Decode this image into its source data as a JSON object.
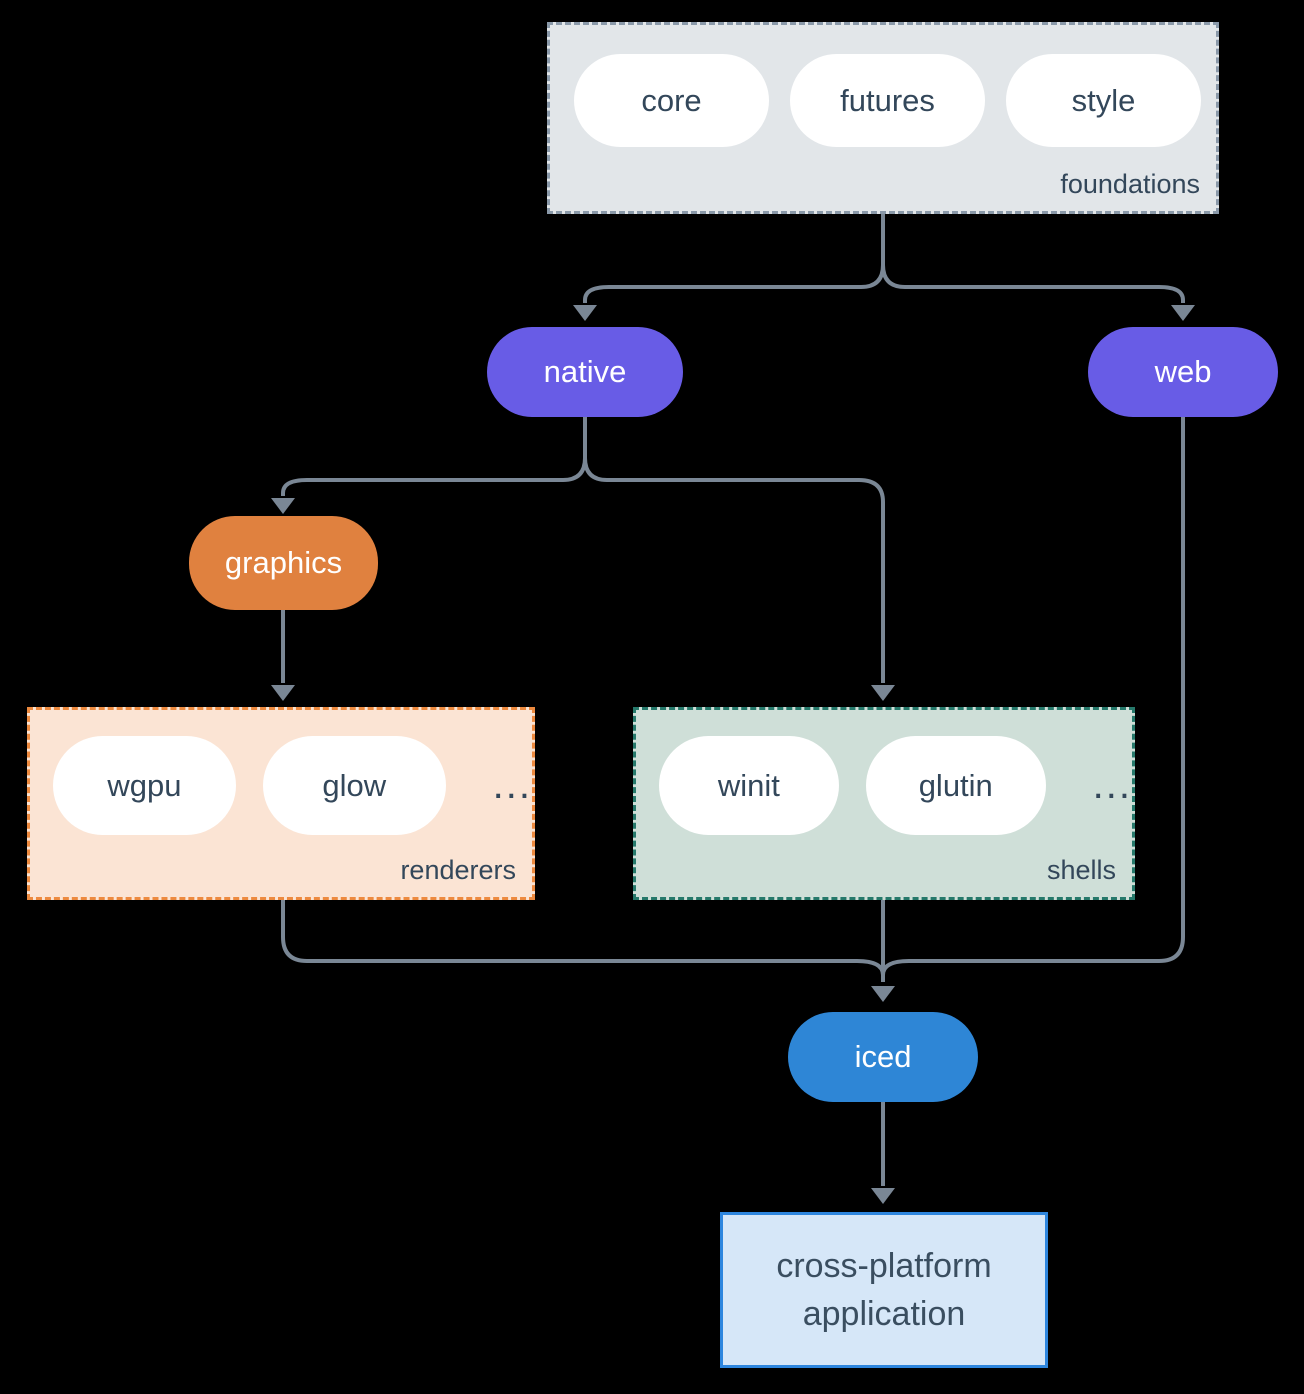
{
  "groups": {
    "foundations": {
      "label": "foundations",
      "items": [
        "core",
        "futures",
        "style"
      ]
    },
    "renderers": {
      "label": "renderers",
      "items": [
        "wgpu",
        "glow"
      ],
      "more": "..."
    },
    "shells": {
      "label": "shells",
      "items": [
        "winit",
        "glutin"
      ],
      "more": "..."
    }
  },
  "nodes": {
    "native": "native",
    "web": "web",
    "graphics": "graphics",
    "iced": "iced",
    "application": {
      "line1": "cross-platform",
      "line2": "application"
    }
  },
  "colors": {
    "bg": "#000000",
    "arrow": "#7a8795",
    "ink": "#33475a",
    "pillBg": "#ffffff",
    "purple": "#685ce6",
    "orange": "#e0813f",
    "blue": "#2e86d6",
    "foundationsFill": "#e2e6e9",
    "foundationsBorder": "#8a99a9",
    "renderersFill": "#fbe4d4",
    "renderersBorder": "#ed8a3f",
    "shellsFill": "#cfdfd8",
    "shellsBorder": "#26796b",
    "appFill": "#d6e7f8",
    "appBorder": "#2e86de"
  }
}
